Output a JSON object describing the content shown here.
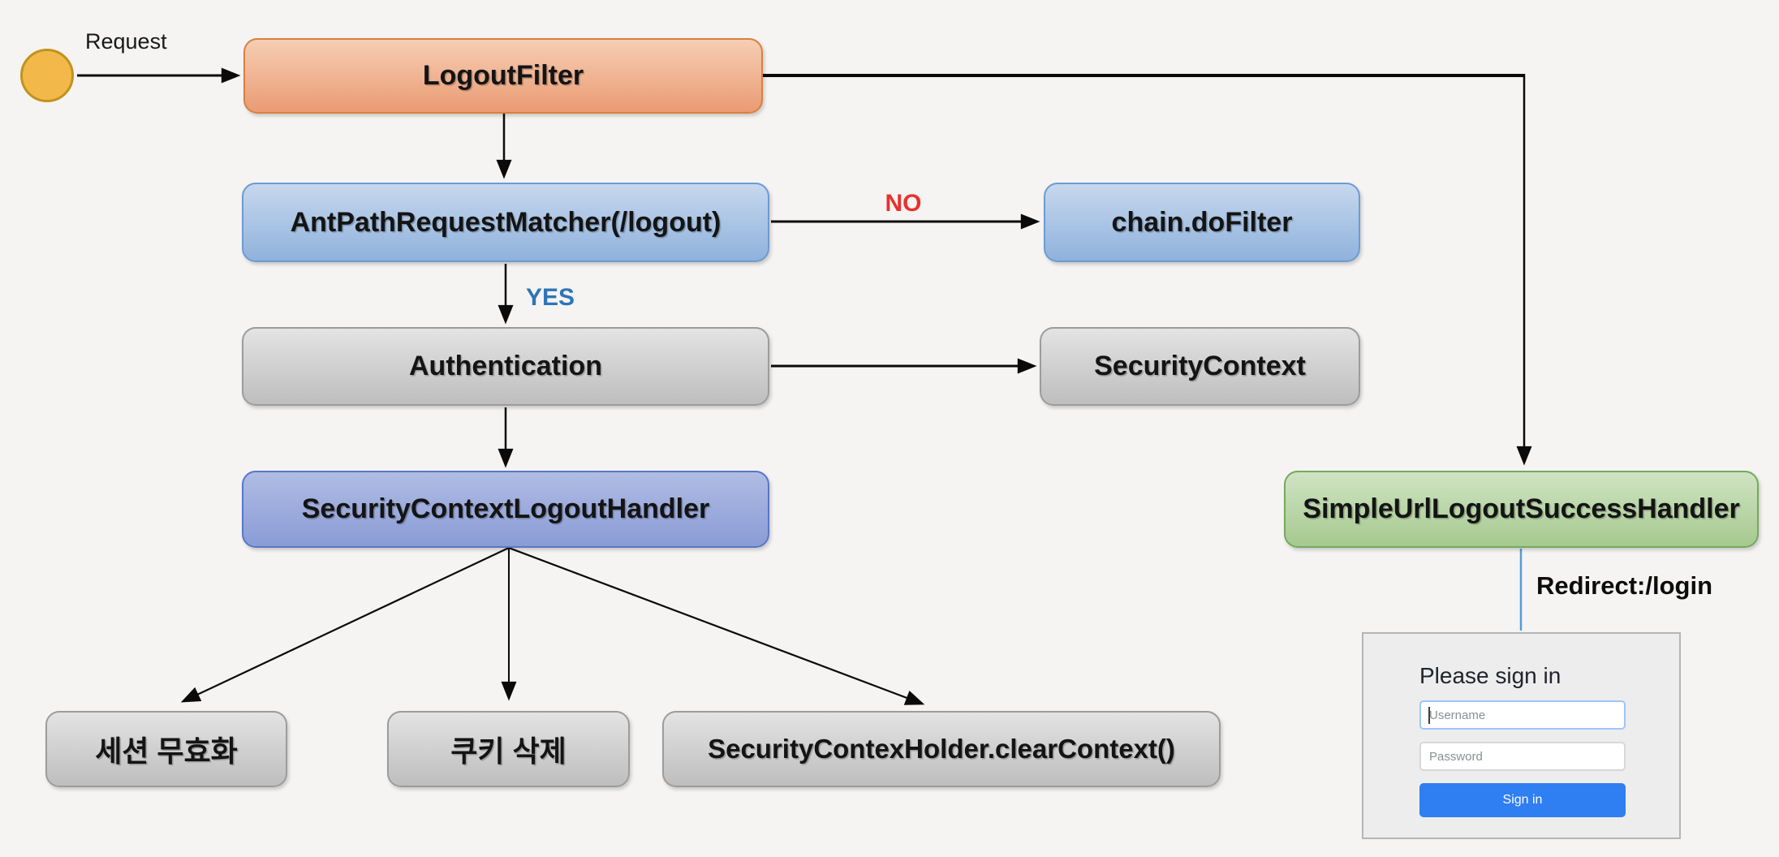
{
  "diagram": {
    "start": {
      "label": "Request"
    },
    "nodes": {
      "logout_filter": "LogoutFilter",
      "ant_path_request_matcher": "AntPathRequestMatcher(/logout)",
      "chain_do_filter": "chain.doFilter",
      "authentication": "Authentication",
      "security_context": "SecurityContext",
      "security_context_logout_handler": "SecurityContextLogoutHandler",
      "simple_url_logout_success_handler": "SimpleUrlLogoutSuccessHandler",
      "session_invalidate": "세션 무효화",
      "cookie_delete": "쿠키 삭제",
      "clear_context": "SecurityContexHolder.clearContext()"
    },
    "edge_labels": {
      "no": "NO",
      "yes": "YES",
      "redirect": "Redirect:/login"
    }
  },
  "login_form": {
    "heading": "Please sign in",
    "username_placeholder": "Username",
    "password_placeholder": "Password",
    "sign_in_label": "Sign in"
  },
  "colors": {
    "canvas_bg": "#f5f4f3",
    "edge": "#0a0a0a",
    "orange_top": "#f6ceb4",
    "orange_bottom": "#ea9b73",
    "orange_border": "#d9803f",
    "blue_top": "#c6d8ee",
    "blue_bottom": "#8fb2dc",
    "blue_border": "#6d9bd1",
    "gray_top": "#e3e3e3",
    "gray_bottom": "#bebebe",
    "gray_border": "#9c9c9c",
    "slate_top": "#afbce3",
    "slate_bottom": "#8a9cd6",
    "slate_border": "#5877c8",
    "green_top": "#d0e4c3",
    "green_bottom": "#a5c98f",
    "green_border": "#75a95d",
    "start_fill": "#f2b94a",
    "start_border": "#c2921d",
    "no_label": "#e8312e",
    "yes_label": "#2e75b6",
    "redirect_line": "#5b9bd5",
    "panel_bg": "#ededee",
    "panel_border": "#b5b5b5",
    "focus_border": "#9ec5fe",
    "input_border": "#d8d8d8",
    "signin_bg": "#2f7ef2"
  }
}
